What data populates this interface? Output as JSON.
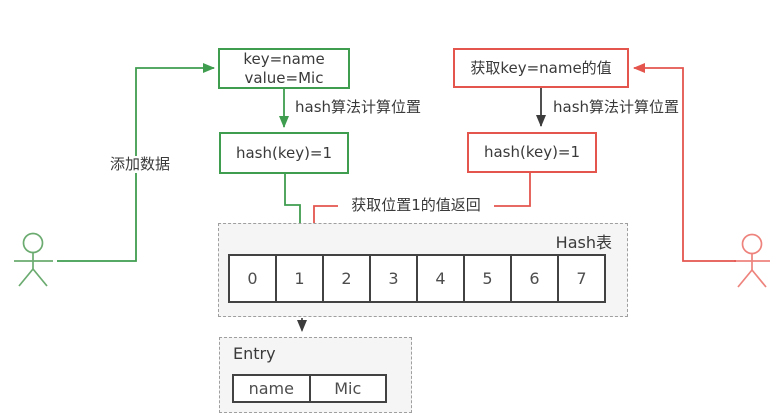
{
  "colors": {
    "put_accent": "#3f9d4f",
    "get_accent": "#e4554e",
    "arrow_black": "#3c3c3c",
    "container_bg": "#f5f5f6"
  },
  "put_flow": {
    "edge_label": "添加数据",
    "input_box_line1": "key=name",
    "input_box_line2": "value=Mic",
    "hash_step_label": "hash算法计算位置",
    "hash_result_box": "hash(key)=1"
  },
  "get_flow": {
    "request_box": "获取key=name的值",
    "hash_step_label": "hash算法计算位置",
    "hash_result_box": "hash(key)=1",
    "return_edge_label": "获取位置1的值返回"
  },
  "hash_table": {
    "title": "Hash表",
    "cells": [
      "0",
      "1",
      "2",
      "3",
      "4",
      "5",
      "6",
      "7"
    ]
  },
  "entry": {
    "title": "Entry",
    "key": "name",
    "value": "Mic"
  }
}
